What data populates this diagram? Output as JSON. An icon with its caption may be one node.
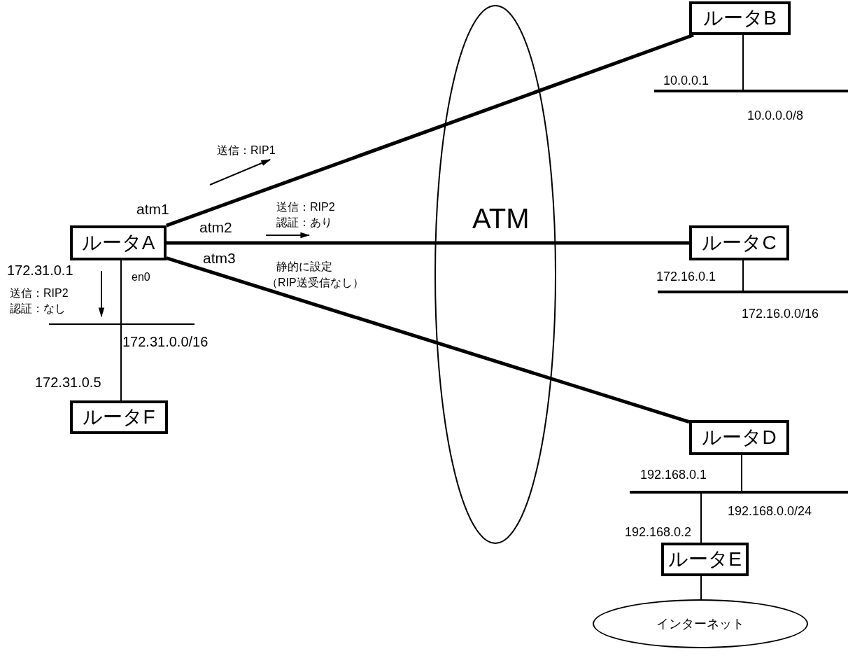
{
  "diagram": {
    "nodes": [
      {
        "text": [
          "ルータA"
        ]
      },
      {
        "text": [
          "ルータB"
        ]
      },
      {
        "text": [
          "ルータC"
        ]
      },
      {
        "text": [
          "ルータD"
        ]
      },
      {
        "text": [
          "ルータE"
        ]
      },
      {
        "text": [
          "ルータF"
        ]
      },
      {
        "text": [
          "インターネット"
        ]
      },
      {
        "text": [],
        "shape": "bar"
      },
      {
        "text": [],
        "shape": "bar"
      },
      {
        "text": [],
        "shape": "bar"
      },
      {
        "text": [],
        "shape": "bar"
      }
    ],
    "edges": [
      {
        "from": 0,
        "to": 1,
        "arrow": "none",
        "label": "atm1",
        "style": "thick"
      },
      {
        "from": 0,
        "to": 2,
        "arrow": "none",
        "label": "atm2",
        "style": "thick"
      },
      {
        "from": 0,
        "to": 3,
        "arrow": "none",
        "label": "atm3",
        "style": "thick"
      },
      {
        "from": 0,
        "to": 9,
        "arrow": "none",
        "label": "en0"
      },
      {
        "from": 9,
        "to": 5,
        "arrow": "none"
      },
      {
        "from": 1,
        "to": 7,
        "arrow": "none"
      },
      {
        "from": 2,
        "to": 8,
        "arrow": "none"
      },
      {
        "from": 3,
        "to": 10,
        "arrow": "none"
      },
      {
        "from": 10,
        "to": 4,
        "arrow": "none"
      },
      {
        "from": 4,
        "to": 6,
        "arrow": "none"
      }
    ],
    "labels": [
      "10.0.0.1",
      "10.0.0.0/8",
      "送信：RIP1",
      "送信：RIP2",
      "認証：あり",
      "ATM",
      "静的に設定",
      "（RIP送受信なし）",
      "172.31.0.1",
      "送信：RIP2",
      "認証：なし",
      "172.16.0.1",
      "172.16.0.0/16",
      "172.31.0.0/16",
      "172.31.0.5",
      "192.168.0.1",
      "192.168.0.0/24",
      "192.168.0.2"
    ]
  }
}
